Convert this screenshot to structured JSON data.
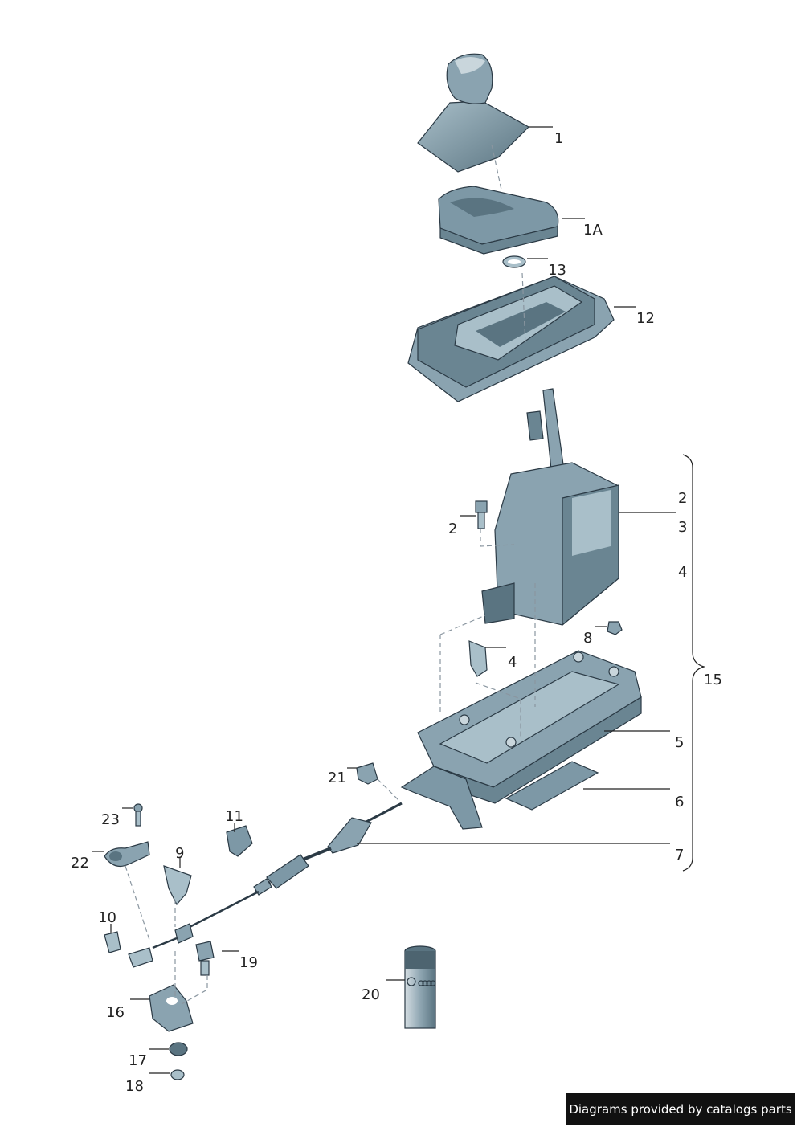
{
  "callouts": {
    "c1": "1",
    "c1a": "1A",
    "c13": "13",
    "c12": "12",
    "c2a": "2",
    "c2b": "2",
    "c3": "3",
    "c4a": "4",
    "c4b": "4",
    "c8": "8",
    "c15": "15",
    "c5": "5",
    "c6": "6",
    "c7": "7",
    "c21": "21",
    "c11": "11",
    "c9": "9",
    "c23": "23",
    "c22": "22",
    "c10": "10",
    "c19": "19",
    "c16": "16",
    "c17": "17",
    "c18": "18",
    "c20": "20"
  },
  "footer": {
    "credit": "Diagrams provided by catalogs parts"
  },
  "colors": {
    "part_fill": "#7d98a6",
    "part_shadow": "#5a7481",
    "part_light": "#a9bfc9",
    "line": "#222222"
  }
}
